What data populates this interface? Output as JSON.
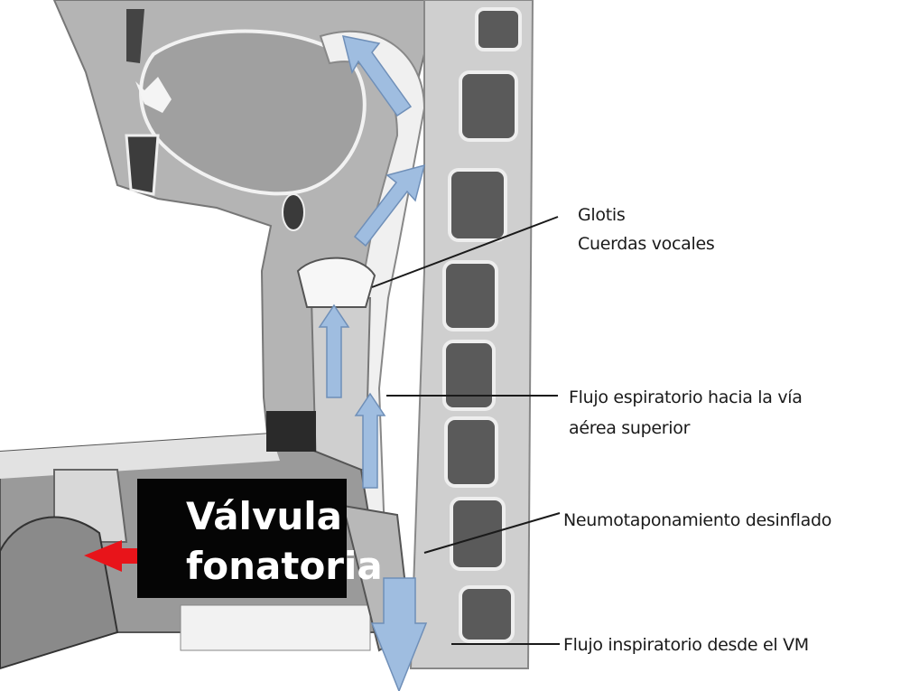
{
  "labels": {
    "glotis": "Glotis",
    "cuerdas": "Cuerdas vocales",
    "flujo_esp_1": "Flujo espiratorio hacia la vía",
    "flujo_esp_2": "aérea superior",
    "neumo": "Neumotaponamiento desinflado",
    "flujo_insp": "Flujo inspiratorio desde el VM"
  },
  "valve_label": {
    "line1": "Válvula",
    "line2": "fonatoria"
  },
  "colors": {
    "flow_arrow": "#9fbde0",
    "flow_arrow_stroke": "#6f8fb8",
    "valve_arrow": "#e8141a",
    "tissue": "#a8a8a8",
    "spine": "#5a5a5a"
  }
}
